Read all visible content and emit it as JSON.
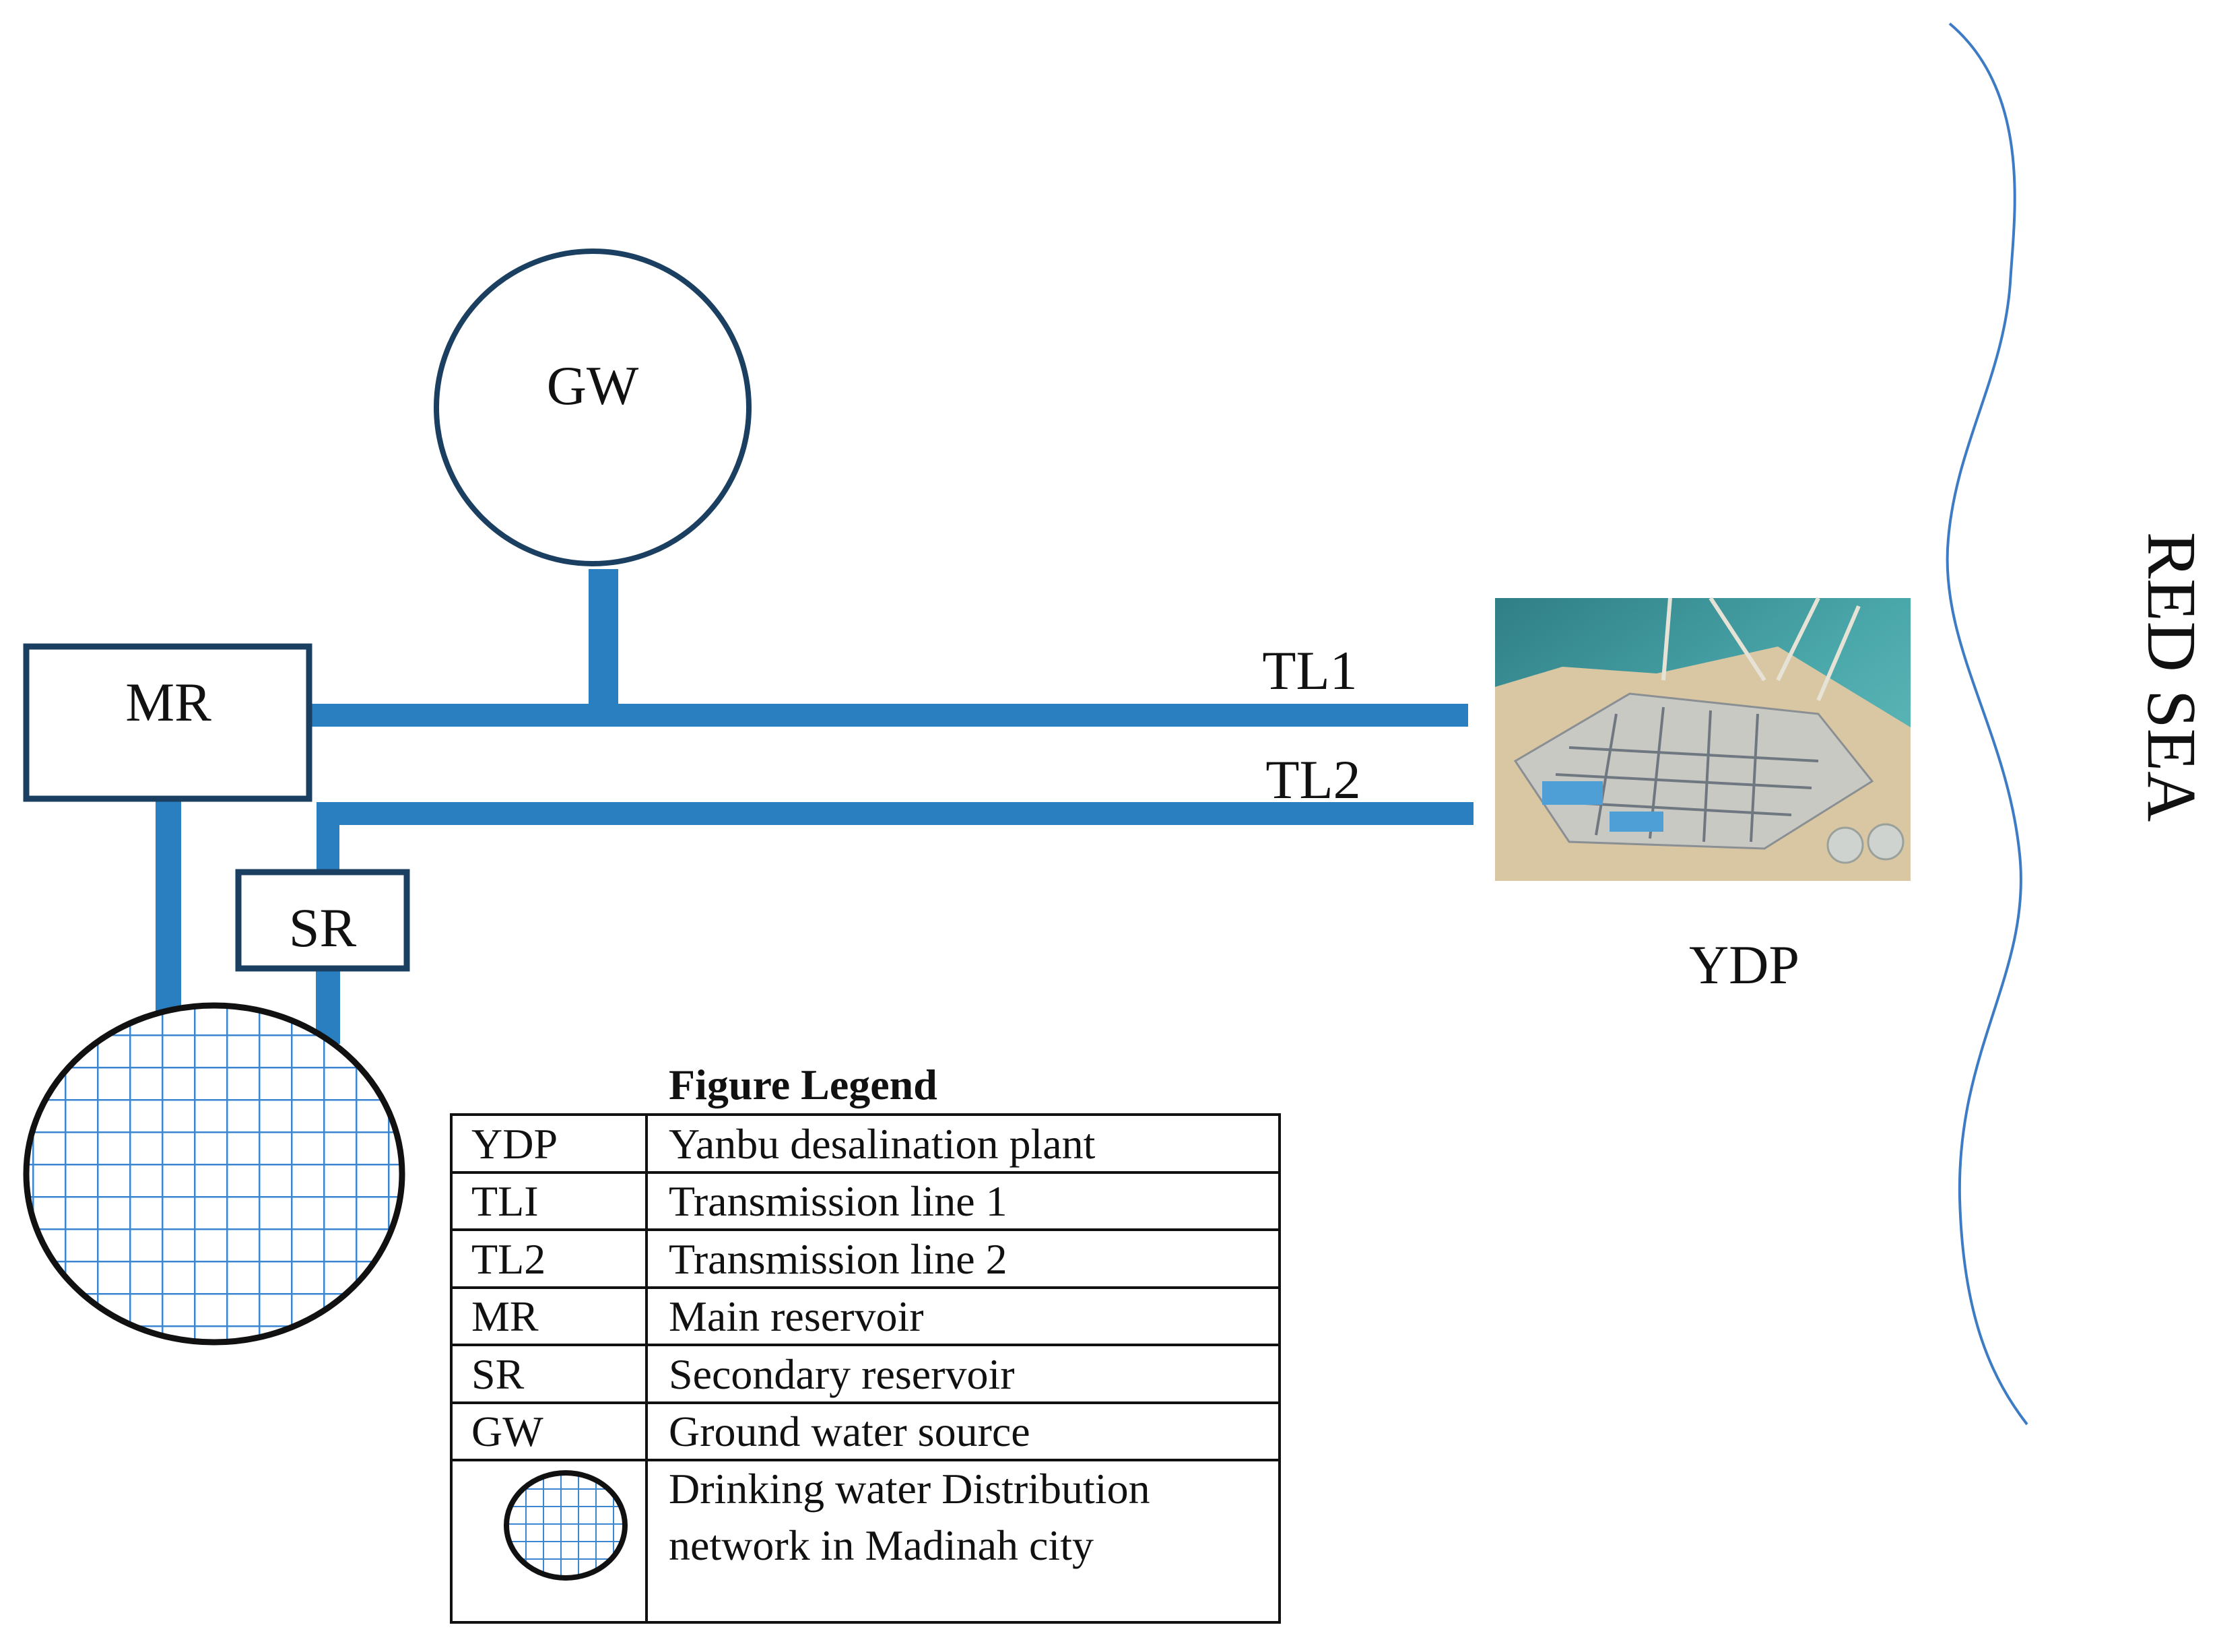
{
  "nodes": {
    "gw": "GW",
    "mr": "MR",
    "sr": "SR",
    "tl1": "TL1",
    "tl2": "TL2",
    "ydp": "YDP",
    "sea": "RED SEA"
  },
  "legend": {
    "title": "Figure Legend",
    "rows": [
      {
        "abbr": "YDP",
        "desc": "Yanbu desalination plant"
      },
      {
        "abbr": "TLI",
        "desc": "Transmission line 1"
      },
      {
        "abbr": "TL2",
        "desc": "Transmission line 2"
      },
      {
        "abbr": "MR",
        "desc": "Main reservoir"
      },
      {
        "abbr": "SR",
        "desc": "Secondary reservoir"
      },
      {
        "abbr": "GW",
        "desc": "Ground water source"
      }
    ],
    "network_desc_line1": "Drinking water Distribution",
    "network_desc_line2": "network in Madinah city"
  },
  "colors": {
    "pipe": "#2a7fc1",
    "outline": "#1b3f60",
    "sea_line": "#3d7cc4",
    "grid": "#3b86d0"
  },
  "icons": {
    "plant": "desalination-plant-photo",
    "network": "grid-circle-icon"
  }
}
